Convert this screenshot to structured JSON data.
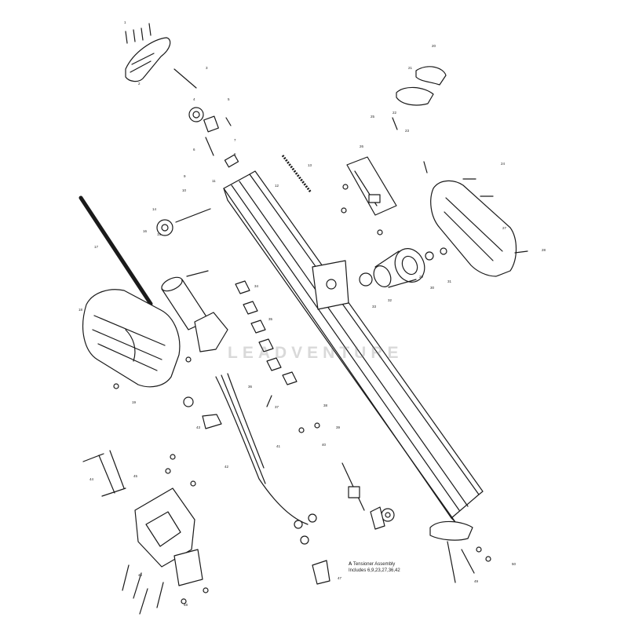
{
  "watermark": {
    "text": "LEADVENTURE"
  },
  "note": {
    "symbol": "A",
    "title": "Tensioner Assembly",
    "includes": "Includes 6,9,23,27,36,42"
  },
  "callouts": [
    "1",
    "2",
    "3",
    "4",
    "5",
    "6",
    "7",
    "8",
    "9",
    "10",
    "11",
    "12",
    "13",
    "14",
    "15",
    "16",
    "17",
    "18",
    "19",
    "20",
    "21",
    "22",
    "23",
    "24",
    "25",
    "26",
    "27",
    "28",
    "29",
    "30",
    "31",
    "32",
    "33",
    "34",
    "35",
    "36",
    "37",
    "38",
    "39",
    "40",
    "41",
    "42",
    "43",
    "44",
    "45",
    "46",
    "47",
    "48",
    "49",
    "50"
  ]
}
